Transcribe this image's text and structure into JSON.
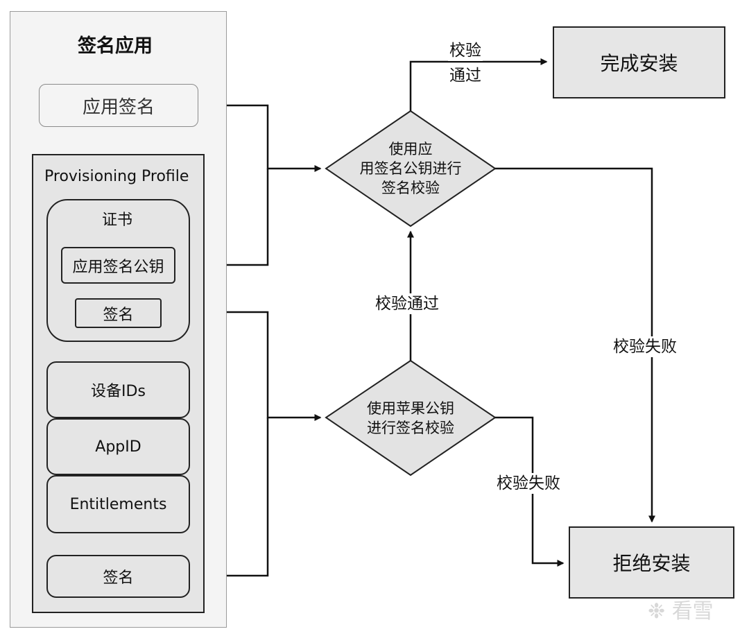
{
  "sign_app": {
    "title": "签名应用",
    "app_signature": "应用签名",
    "profile": {
      "title": "Provisioning Profile",
      "certificate": {
        "title": "证书",
        "public_key": "应用签名公钥",
        "signature": "签名"
      },
      "device_ids": "设备IDs",
      "app_id": "AppID",
      "entitlements": "Entitlements",
      "signature": "签名"
    }
  },
  "decisions": {
    "app_key_check": {
      "line1": "使用应",
      "line2": "用签名公钥进行",
      "line3": "签名校验"
    },
    "apple_key_check": {
      "line1": "使用苹果公钥",
      "line2": "进行签名校验"
    }
  },
  "outcomes": {
    "complete_install": "完成安装",
    "reject_install": "拒绝安装"
  },
  "edge_labels": {
    "pass_top_1": "校验",
    "pass_top_2": "通过",
    "pass_middle": "校验通过",
    "fail_right": "校验失败",
    "fail_bottom": "校验失败"
  },
  "watermark": "看雪",
  "colors": {
    "box_fill": "#e5e5e5",
    "outer_fill": "#f4f4f4",
    "line": "#111111",
    "watermark": "#d8d8d8"
  }
}
